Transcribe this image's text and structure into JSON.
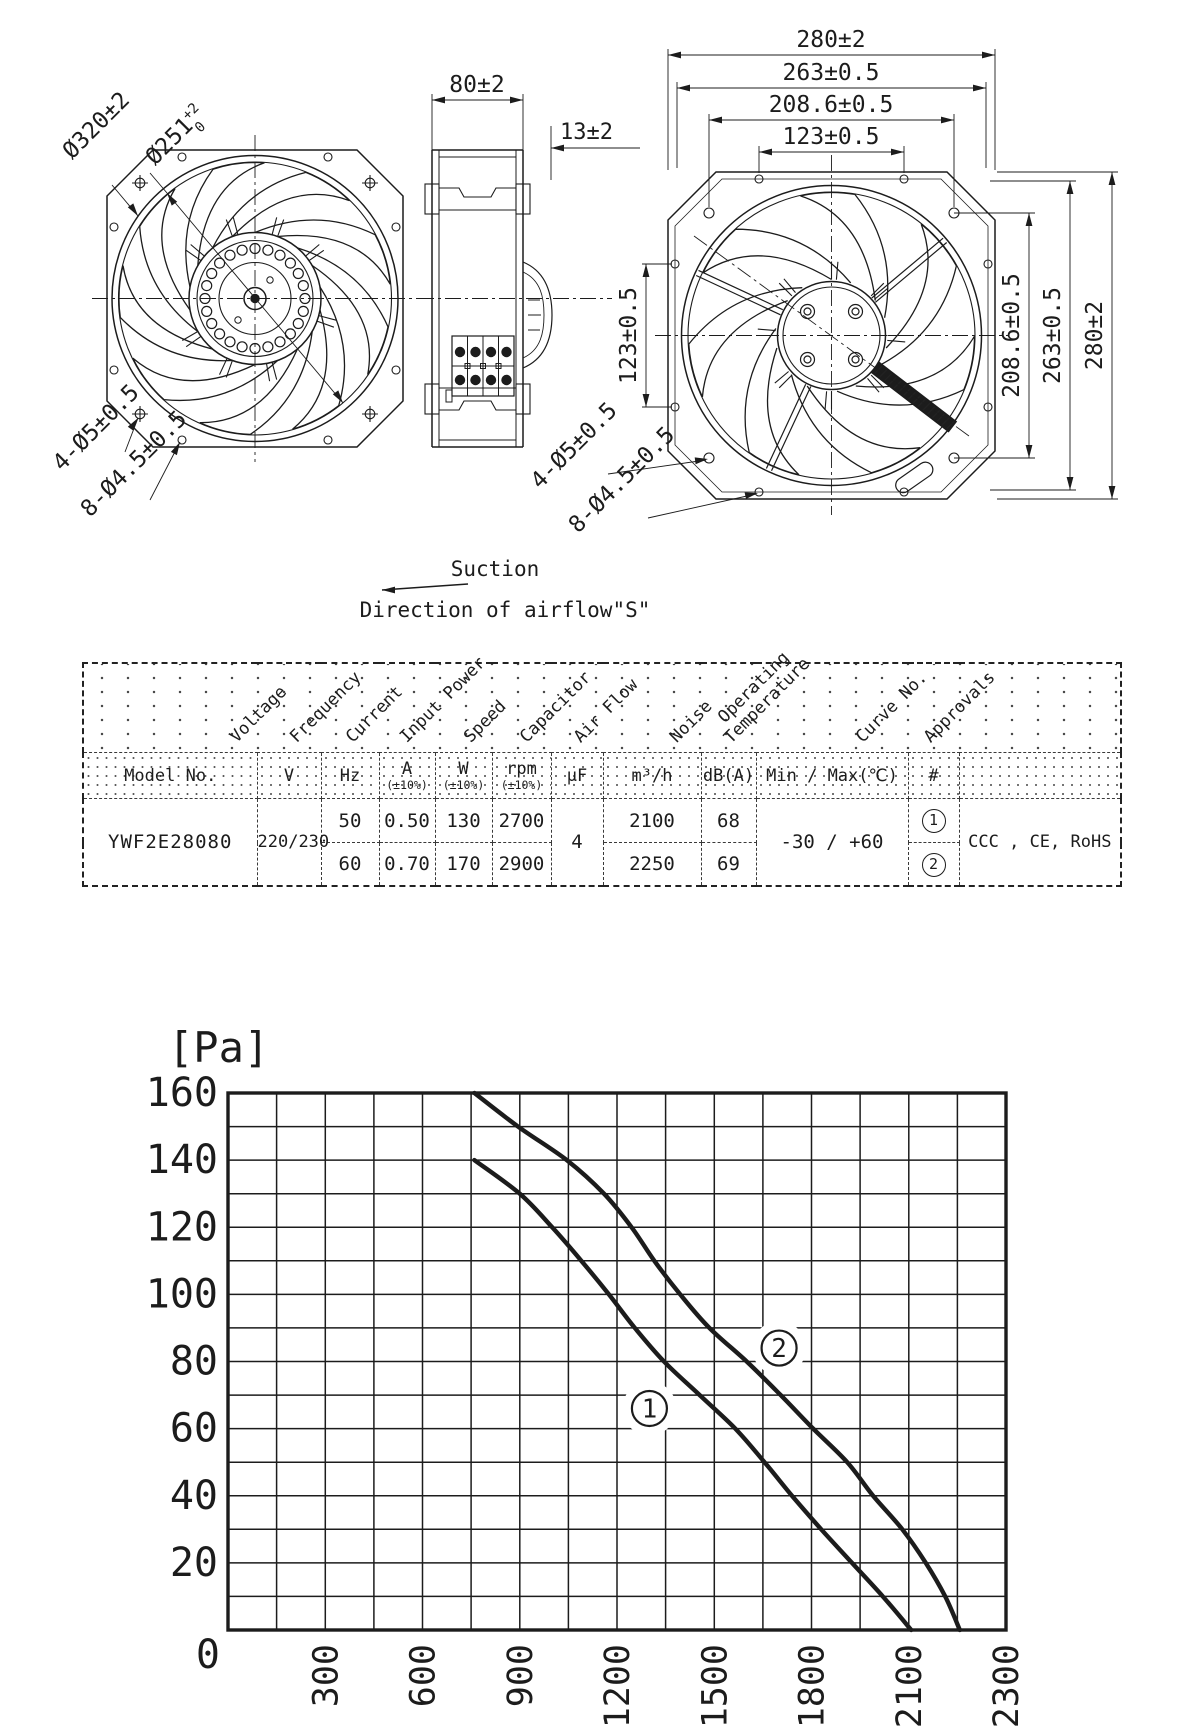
{
  "page": {
    "bg": "#ffffff",
    "ink": "#1c1c1c"
  },
  "drawings": {
    "front_view": {
      "outer_dia": "Ø320±2",
      "impeller_dia": "Ø251",
      "impeller_tol_top": "+2",
      "impeller_tol_bottom": "0",
      "corner_holes": "4-Ø5±0.5",
      "edge_holes": "8-Ø4.5±0.5"
    },
    "side_view": {
      "width_dim": "80±2",
      "depth_dim": "13±2"
    },
    "rear_view": {
      "dim_top_1": "123±0.5",
      "dim_top_2": "208.6±0.5",
      "dim_top_3": "263±0.5",
      "dim_top_4": "280±2",
      "dim_left": "123±0.5",
      "dim_right_1": "208.6±0.5",
      "dim_right_2": "263±0.5",
      "dim_right_3": "280±2",
      "corner_holes": "4-Ø5±0.5",
      "edge_holes": "8-Ø4.5±0.5"
    },
    "airflow_note": {
      "line1": "Suction",
      "line2": "Direction of airflow\"S\""
    }
  },
  "spec_table": {
    "diagonal_headers": [
      "Voltage",
      "Frequency",
      "Current",
      "Input Power",
      "Speed",
      "Capacitor",
      "Air Flow",
      "Noise",
      "Operating\nTemperature",
      "Curve No.",
      "Approvals"
    ],
    "units": {
      "model": "Model No.",
      "voltage": "V",
      "frequency": "Hz",
      "current": "A",
      "current_tol": "(±10%)",
      "power": "W",
      "power_tol": "(±10%)",
      "speed": "rpm",
      "speed_tol": "(±10%)",
      "capacitor": "µF",
      "airflow": "m³/h",
      "noise": "dB(A)",
      "temperature": "Min / Max(℃)",
      "curve": "#"
    },
    "data": {
      "model": "YWF2E28080",
      "voltage": "220/230",
      "capacitor": "4",
      "temperature": "-30 / +60",
      "approvals": "CCC , CE, RoHS",
      "row1": {
        "frequency": "50",
        "current": "0.50",
        "power": "130",
        "speed": "2700",
        "airflow": "2100",
        "noise": "68",
        "curve": "1"
      },
      "row2": {
        "frequency": "60",
        "current": "0.70",
        "power": "170",
        "speed": "2900",
        "airflow": "2250",
        "noise": "69",
        "curve": "2"
      }
    }
  },
  "chart_data": {
    "type": "line",
    "title": "",
    "xlabel": "",
    "ylabel": "[Pa]",
    "xlim": [
      0,
      2300
    ],
    "ylim": [
      0,
      160
    ],
    "x_ticks": [
      0,
      300,
      600,
      900,
      1200,
      1500,
      1800,
      2100,
      2300
    ],
    "y_ticks": [
      0,
      20,
      40,
      60,
      80,
      100,
      120,
      140,
      160
    ],
    "grid": "on",
    "grid_columns": 16,
    "grid_rows": 16,
    "series": [
      {
        "name": "1",
        "label_x": 1300,
        "label_y": 66,
        "points": [
          [
            760,
            140
          ],
          [
            900,
            130
          ],
          [
            1000,
            120
          ],
          [
            1090,
            110
          ],
          [
            1175,
            100
          ],
          [
            1255,
            90
          ],
          [
            1345,
            80
          ],
          [
            1455,
            70
          ],
          [
            1565,
            60
          ],
          [
            1655,
            50
          ],
          [
            1740,
            40
          ],
          [
            1830,
            30
          ],
          [
            1925,
            20
          ],
          [
            2020,
            10
          ],
          [
            2105,
            0
          ]
        ]
      },
      {
        "name": "2",
        "label_x": 1700,
        "label_y": 84,
        "points": [
          [
            760,
            160
          ],
          [
            895,
            150
          ],
          [
            1045,
            140
          ],
          [
            1160,
            130
          ],
          [
            1245,
            120
          ],
          [
            1315,
            110
          ],
          [
            1395,
            100
          ],
          [
            1485,
            90
          ],
          [
            1600,
            80
          ],
          [
            1705,
            70
          ],
          [
            1805,
            60
          ],
          [
            1910,
            50
          ],
          [
            1990,
            40
          ],
          [
            2080,
            30
          ],
          [
            2135,
            20
          ],
          [
            2175,
            10
          ],
          [
            2205,
            0
          ]
        ]
      }
    ]
  }
}
